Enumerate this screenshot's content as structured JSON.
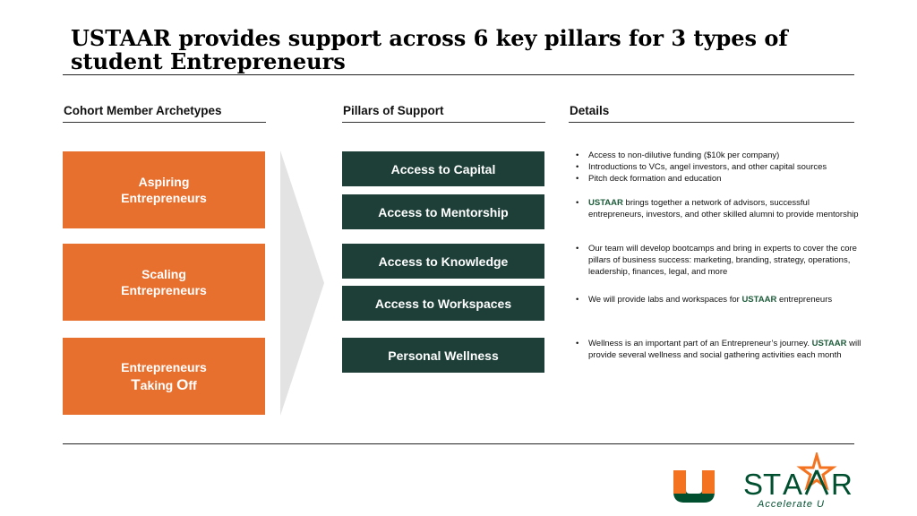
{
  "title": "USTAAR provides support across 6 key pillars for 3 types of student Entrepreneurs",
  "columns": {
    "archetypes": "Cohort Member Archetypes",
    "pillars": "Pillars of Support",
    "details": "Details"
  },
  "archetypes": [
    {
      "line1": "Aspiring",
      "line2": "Entrepreneurs"
    },
    {
      "line1": "Scaling",
      "line2": "Entrepreneurs"
    },
    {
      "line1": "Entrepreneurs",
      "l2_t_cap": "T",
      "l2_t_rest": "aking ",
      "l2_o_cap": "O",
      "l2_o_rest": "ff"
    }
  ],
  "pillars": [
    "Access to Capital",
    "Access to Mentorship",
    "Access to Knowledge",
    "Access to Workspaces",
    "Personal Wellness"
  ],
  "details": {
    "capital": [
      "Access to non-dilutive funding ($10k per company)",
      "Introductions to VCs, angel investors, and other capital sources",
      "Pitch deck formation and education"
    ],
    "mentorship": {
      "brand": "USTAAR",
      "text": " brings together a network of advisors, successful entrepreneurs, investors, and other skilled alumni to provide mentorship"
    },
    "knowledge": "Our team will develop bootcamps and bring in experts to cover the core pillars of business success: marketing, branding, strategy, operations, leadership, finances, legal, and more",
    "workspaces": {
      "text": "We will provide labs and workspaces for ",
      "brand": "USTAAR",
      "suffix": " entrepreneurs"
    },
    "wellness": {
      "text": "Wellness is an important part of an Entrepreneur’s journey. ",
      "brand": "USTAAR",
      "suffix": " will provide several wellness and social gathering activities each month"
    }
  },
  "logo": {
    "letter_u": "U",
    "wordmark_1": "ST",
    "wordmark_2": "A",
    "wordmark_3": "R",
    "tagline": "Accelerate U",
    "colors": {
      "orange": "#f47321",
      "green": "#005030"
    }
  },
  "colors": {
    "archetype": "#e8702f",
    "pillar": "#1d3f37",
    "chevron": "#e3e3e3"
  }
}
